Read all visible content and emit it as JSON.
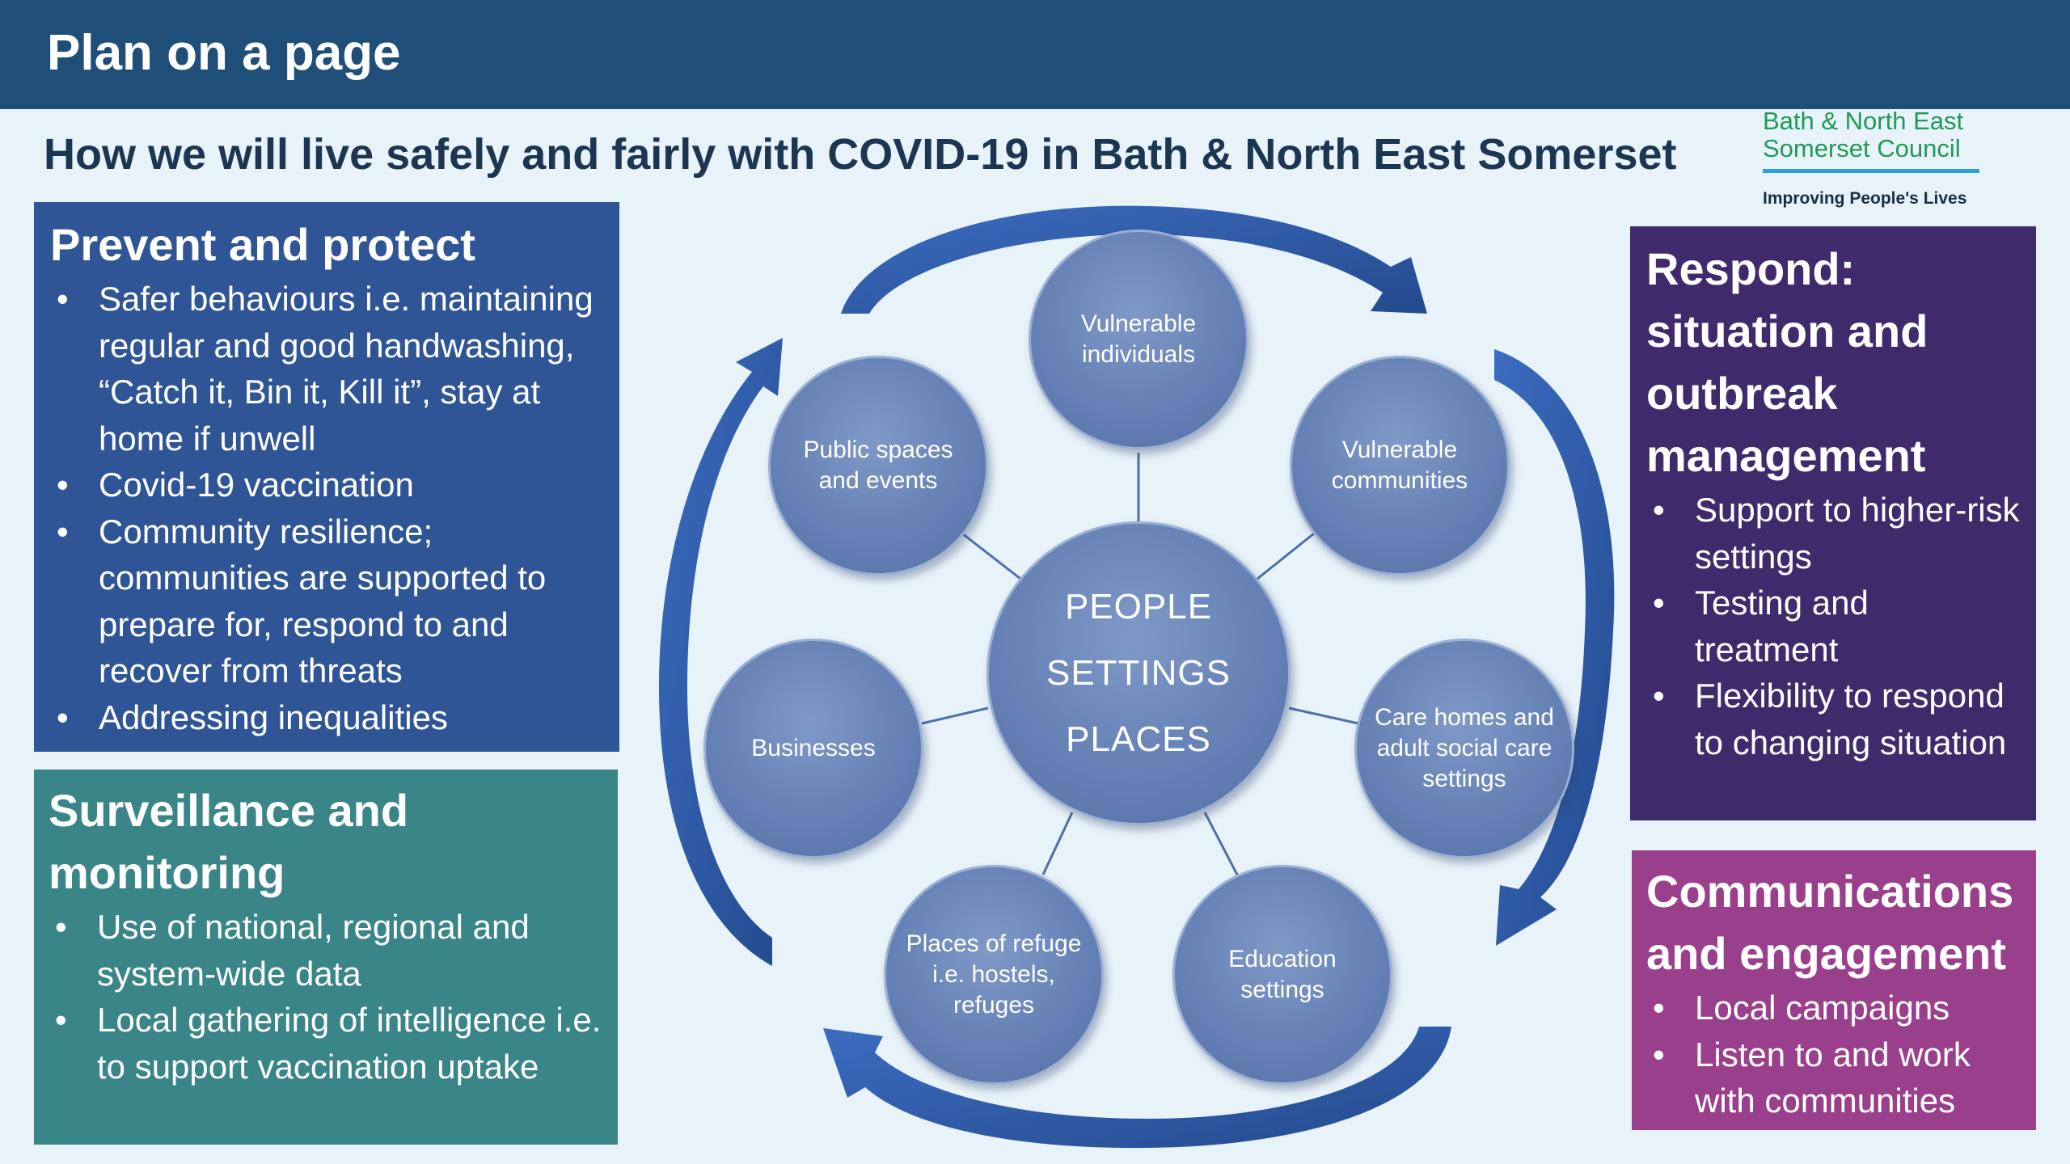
{
  "header": {
    "title": "Plan on a page"
  },
  "subtitle": "How we will live safely and fairly with COVID-19 in Bath & North East Somerset",
  "logo": {
    "line1": "Bath & North East",
    "line2": "Somerset Council",
    "tagline": "Improving People's Lives"
  },
  "panels": {
    "prevent": {
      "title": "Prevent and protect",
      "items": [
        "Safer behaviours i.e. maintaining regular and good handwashing, “Catch it, Bin it, Kill it”, stay at home if unwell",
        "Covid-19 vaccination",
        "Community resilience; communities are supported to prepare for, respond to and recover from threats",
        "Addressing inequalities"
      ]
    },
    "surveillance": {
      "title": "Surveillance and monitoring",
      "items": [
        "Use of national, regional and system-wide data",
        "Local gathering of intelligence i.e. to support vaccination uptake"
      ]
    },
    "respond": {
      "title": "Respond: situation and outbreak management",
      "items": [
        "Support to higher-risk settings",
        "Testing and treatment",
        "Flexibility to respond to changing situation"
      ]
    },
    "comms": {
      "title": "Communications and engagement",
      "items": [
        "Local campaigns",
        "Listen to and work with communities"
      ]
    }
  },
  "diagram": {
    "center": [
      "PEOPLE",
      "SETTINGS",
      "PLACES"
    ],
    "nodes": {
      "vulnerable_individuals": "Vulnerable individuals",
      "vulnerable_communities": "Vulnerable communities",
      "care_homes": "Care homes and adult social care settings",
      "education": "Education settings",
      "places_of_refuge": "Places of refuge i.e. hostels, refuges",
      "businesses": "Businesses",
      "public_spaces": "Public spaces and events"
    }
  },
  "colors": {
    "header": "#1f4e79",
    "background": "#e8f2f9",
    "prevent": "#2f5597",
    "surveillance": "#3a8588",
    "respond": "#3f2b6b",
    "comms": "#9a3f8b",
    "node": "#6581b5",
    "arrow": "#2e56a3",
    "logo_green": "#1f9a58"
  }
}
